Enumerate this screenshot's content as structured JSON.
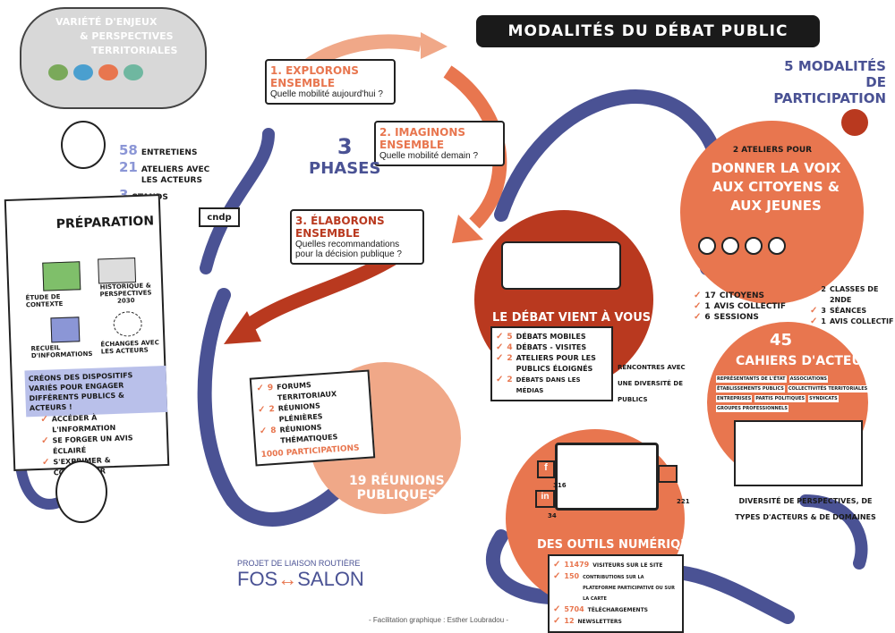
{
  "colors": {
    "accent": "#e8764f",
    "dark_red": "#b9391f",
    "blue": "#4a5294",
    "salmon": "#f0a888",
    "light_blue": "#b9c0ea",
    "cloud": "#d8d8d8"
  },
  "header": {
    "title": "MODALITÉS DU DÉBAT PUBLIC"
  },
  "cloud": {
    "title_line1": "VARIÉTÉ D'ENJEUX",
    "title_line2": "& PERSPECTIVES",
    "title_line3": "TERRITORIALES"
  },
  "stats": [
    {
      "value": "58",
      "label": "ENTRETIENS"
    },
    {
      "value": "21",
      "label": "ATELIERS AVEC LES ACTEURS"
    },
    {
      "value": "3",
      "label": "STANDS"
    }
  ],
  "preparation": {
    "title": "PRÉPARATION",
    "items": [
      "ÉTUDE DE CONTEXTE",
      "HISTORIQUE & PERSPECTIVES 2030",
      "RECUEIL D'INFORMATIONS",
      "ÉCHANGES AVEC LES ACTEURS"
    ],
    "highlight": "CRÉONS DES DISPOSITIFS VARIÉS POUR ENGAGER DIFFÉRENTS PUBLICS & ACTEURS !",
    "checks": [
      "ACCÉDER À L'INFORMATION",
      "SE FORGER UN AVIS ÉCLAIRÉ",
      "S'EXPRIMER & CONTRIBUER"
    ]
  },
  "sign": {
    "label": "CNDP"
  },
  "phases": {
    "title_num": "3",
    "title_word": "PHASES",
    "items": [
      {
        "title": "1. EXPLORONS ENSEMBLE",
        "question": "Quelle mobilité aujourd'hui ?"
      },
      {
        "title": "2. IMAGINONS ENSEMBLE",
        "question": "Quelle mobilité demain ?"
      },
      {
        "title": "3. ÉLABORONS ENSEMBLE",
        "question": "Quelles recommandations pour la décision publique ?"
      }
    ]
  },
  "modalites": {
    "line1": "5 MODALITÉS DE",
    "line2": "PARTICIPATION"
  },
  "ateliers": {
    "intro": "2 ATELIERS POUR",
    "title": "DONNER LA VOIX AUX CITOYENS & AUX JEUNES",
    "left": [
      {
        "num": "17",
        "label": "CITOYENS"
      },
      {
        "num": "1",
        "label": "AVIS COLLECTIF"
      },
      {
        "num": "6",
        "label": "SESSIONS"
      }
    ],
    "right": [
      {
        "num": "2",
        "label": "CLASSES DE 2NDE"
      },
      {
        "num": "3",
        "label": "SÉANCES"
      },
      {
        "num": "1",
        "label": "AVIS COLLECTIF"
      }
    ]
  },
  "debat": {
    "title": "LE DÉBAT VIENT À VOUS",
    "items": [
      {
        "num": "5",
        "label": "DÉBATS MOBILES"
      },
      {
        "num": "4",
        "label": "DÉBATS - VISITES"
      },
      {
        "num": "2",
        "label": "ATELIERS POUR LES PUBLICS ÉLOIGNÉS"
      },
      {
        "num": "2",
        "label": "DÉBATS DANS LES MÉDIAS"
      }
    ],
    "note": "RENCONTRES AVEC UNE DIVERSITÉ DE PUBLICS"
  },
  "cahiers": {
    "num": "45",
    "title": "CAHIERS D'ACTEURS",
    "labels": [
      "REPRÉSENTANTS DE L'ÉTAT",
      "ASSOCIATIONS",
      "ÉTABLISSEMENTS PUBLICS",
      "COLLECTIVITÉS TERRITORIALES",
      "ENTREPRISES",
      "PARTIS POLITIQUES",
      "SYNDICATS",
      "GROUPES PROFESSIONNELS"
    ],
    "caption": "DIVERSITÉ DE PERSPECTIVES, DE TYPES D'ACTEURS & DE DOMAINES"
  },
  "reunions": {
    "items": [
      {
        "num": "9",
        "label": "FORUMS TERRITORIAUX"
      },
      {
        "num": "2",
        "label": "RÉUNIONS PLÉNIÈRES"
      },
      {
        "num": "8",
        "label": "RÉUNIONS THÉMATIQUES"
      }
    ],
    "participations": "1000 PARTICIPATIONS",
    "title_line1": "19 RÉUNIONS",
    "title_line2": "PUBLIQUES"
  },
  "outils": {
    "title": "DES OUTILS NUMÉRIQUES",
    "social": [
      {
        "icon": "f",
        "count": "316"
      },
      {
        "icon": "in",
        "count": "34"
      },
      {
        "icon": "bird",
        "count": "221"
      }
    ],
    "items": [
      {
        "num": "11479",
        "label": "VISITEURS SUR LE SITE"
      },
      {
        "num": "150",
        "label": "CONTRIBUTIONS SUR LA PLATEFORME PARTICIPATIVE OU SUR LA CARTE"
      },
      {
        "num": "5704",
        "label": "TÉLÉCHARGEMENTS"
      },
      {
        "num": "12",
        "label": "NEWSLETTERS"
      }
    ]
  },
  "project": {
    "line1": "PROJET DE LIAISON ROUTIÈRE",
    "left": "FOS",
    "arrow": "↔",
    "right": "SALON"
  },
  "credit": "- Facilitation graphique : Esther Loubradou -"
}
